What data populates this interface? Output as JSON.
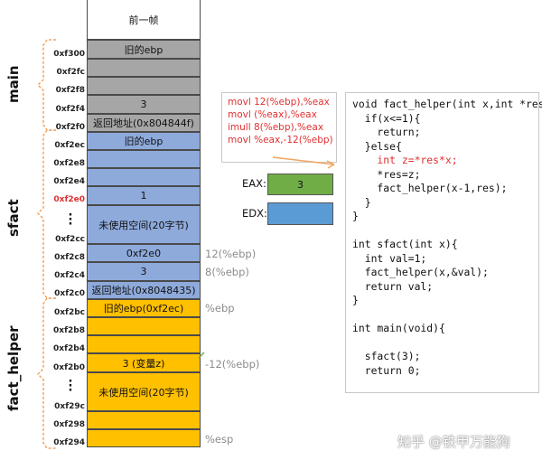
{
  "stack": {
    "cells": [
      {
        "key": "prev_frame",
        "label": "前一帧",
        "color": "white"
      },
      {
        "key": "old_ebp_main",
        "label": "旧的ebp",
        "color": "gray"
      },
      {
        "key": "main_blank1",
        "label": "",
        "color": "gray"
      },
      {
        "key": "main_blank2",
        "label": "",
        "color": "gray"
      },
      {
        "key": "main_val3",
        "label": "3",
        "color": "gray"
      },
      {
        "key": "ret_main",
        "label": "返回地址(0x804844f)",
        "color": "gray"
      },
      {
        "key": "old_ebp_sfact",
        "label": "旧的ebp",
        "color": "blue"
      },
      {
        "key": "sfact_blank1",
        "label": "",
        "color": "blue"
      },
      {
        "key": "sfact_blank2",
        "label": "",
        "color": "blue"
      },
      {
        "key": "sfact_val1",
        "label": "1",
        "color": "blue"
      },
      {
        "key": "sfact_unused",
        "label": "未使用空间(20字节)",
        "color": "blue"
      },
      {
        "key": "sfact_ptr",
        "label": "0xf2e0",
        "color": "blue"
      },
      {
        "key": "sfact_val3",
        "label": "3",
        "color": "blue"
      },
      {
        "key": "ret_sfact",
        "label": "返回地址(0x8048435)",
        "color": "blue"
      },
      {
        "key": "old_ebp_fh",
        "label": "旧的ebp(0xf2ec)",
        "color": "orange"
      },
      {
        "key": "fh_blank1",
        "label": "",
        "color": "orange"
      },
      {
        "key": "fh_blank2",
        "label": "",
        "color": "orange"
      },
      {
        "key": "fh_var",
        "label": "3 (变量z)",
        "color": "orange"
      },
      {
        "key": "fh_unused",
        "label": "未使用空间(20字节)",
        "color": "orange"
      },
      {
        "key": "fh_blank3",
        "label": "",
        "color": "orange"
      },
      {
        "key": "fh_blank4",
        "label": "",
        "color": "orange"
      }
    ],
    "addresses": [
      "0xf300",
      "0xf2fc",
      "0xf2f8",
      "0xf2f4",
      "0xf2f0",
      "0xf2ec",
      "0xf2e8",
      "0xf2e4",
      "0xf2e0",
      "0xf2cc",
      "0xf2c8",
      "0xf2c4",
      "0xf2c0",
      "0xf2bc",
      "0xf2b8",
      "0xf2b4",
      "0xf2b0",
      "0xf29c",
      "0xf298",
      "0xf294"
    ],
    "highlight_address": "0xf2e0"
  },
  "sections": {
    "main": "main",
    "sfact": "sfact",
    "fact_helper": "fact_helper"
  },
  "notes": {
    "sfact_arg2": "12(%ebp)",
    "sfact_arg1": "8(%ebp)",
    "ebp": "%ebp",
    "var_z": "-12(%ebp)",
    "esp": "%esp"
  },
  "asm": {
    "lines": [
      "movl 12(%ebp),%eax",
      "movl (%eax),%eax",
      "imull 8(%ebp),%eax",
      "movl %eax,-12(%ebp)"
    ]
  },
  "registers": {
    "eax_label": "EAX:",
    "eax_value": "3",
    "edx_label": "EDX:",
    "edx_value": "",
    "eax_color": "#70ad47",
    "edx_color": "#5b9bd5"
  },
  "code": {
    "before_highlight": [
      "void fact_helper(int x,int *res){",
      "  if(x<=1){",
      "    return;",
      "  }else{"
    ],
    "highlight": "    int z=*res*x;",
    "after_highlight": [
      "    *res=z;",
      "    fact_helper(x-1,res);",
      "  }",
      "}",
      "",
      "int sfact(int x){",
      "  int val=1;",
      "  fact_helper(x,&val);",
      "  return val;",
      "}",
      "",
      "int main(void){",
      "",
      "  sfact(3);",
      "  return 0;"
    ]
  },
  "watermark": "知乎 @铁甲万能狗",
  "colors": {
    "red": "#e03030",
    "gray": "#a6a6a6",
    "blue": "#8eaadb",
    "orange": "#ffc000",
    "note": "#8c8c8c"
  }
}
